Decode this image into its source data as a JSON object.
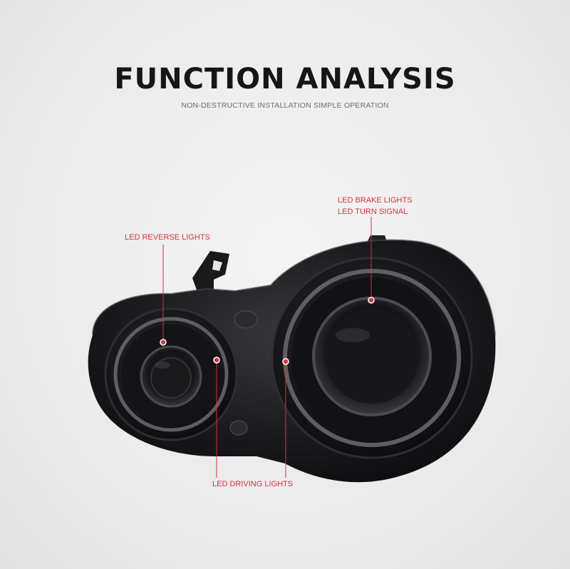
{
  "heading": {
    "title": "FUNCTION ANALYSIS",
    "subtitle": "NON-DESTRUCTIVE INSTALLATION SIMPLE OPERATION"
  },
  "callouts": {
    "brake": "LED BRAKE LIGHTS",
    "turn": "LED TURN SIGNAL",
    "reverse": "LED REVERSE LIGHTS",
    "driving": "LED DRIVING LIGHTS"
  },
  "colors": {
    "accent": "#d8323f",
    "background": "#ebebeb",
    "housing": "#1a1a1c"
  }
}
